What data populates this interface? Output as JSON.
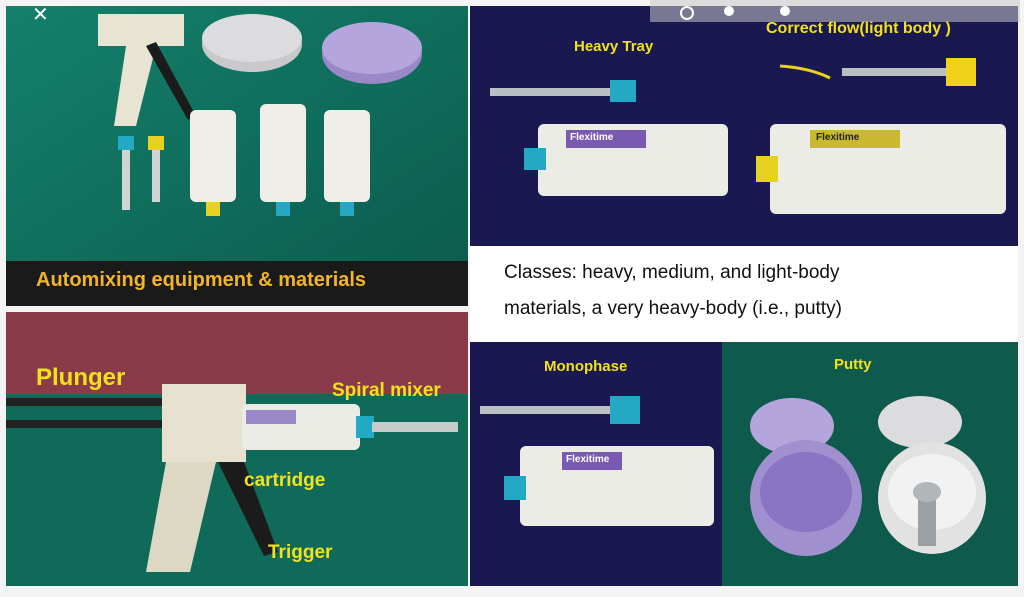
{
  "collage": {
    "top_left": {
      "caption": "Automixing equipment & materials"
    },
    "top_right": {
      "label_left": "Heavy Tray",
      "label_right": "Correct flow(light body )",
      "brand": "Flexitime"
    },
    "classes_text": {
      "line1": "Classes:  heavy, medium, and light-body",
      "line2": "materials, a very heavy-body (i.e., putty)"
    },
    "bottom_left": {
      "plunger": "Plunger",
      "spiral_mixer": "Spiral mixer",
      "cartridge": "cartridge",
      "trigger": "Trigger"
    },
    "bottom_mid": {
      "label": "Monophase",
      "brand": "Flexitime"
    },
    "bottom_right": {
      "label": "Putty"
    }
  },
  "overlay": {
    "close_icon": "close-icon",
    "progress_dots": 3
  },
  "colors": {
    "green_cloth": "#0f6a5a",
    "navy_cloth": "#1a1850",
    "label_yellow": "#f2e21a",
    "caption_orange": "#f2b52a",
    "teal_cap": "#23a9c4"
  }
}
